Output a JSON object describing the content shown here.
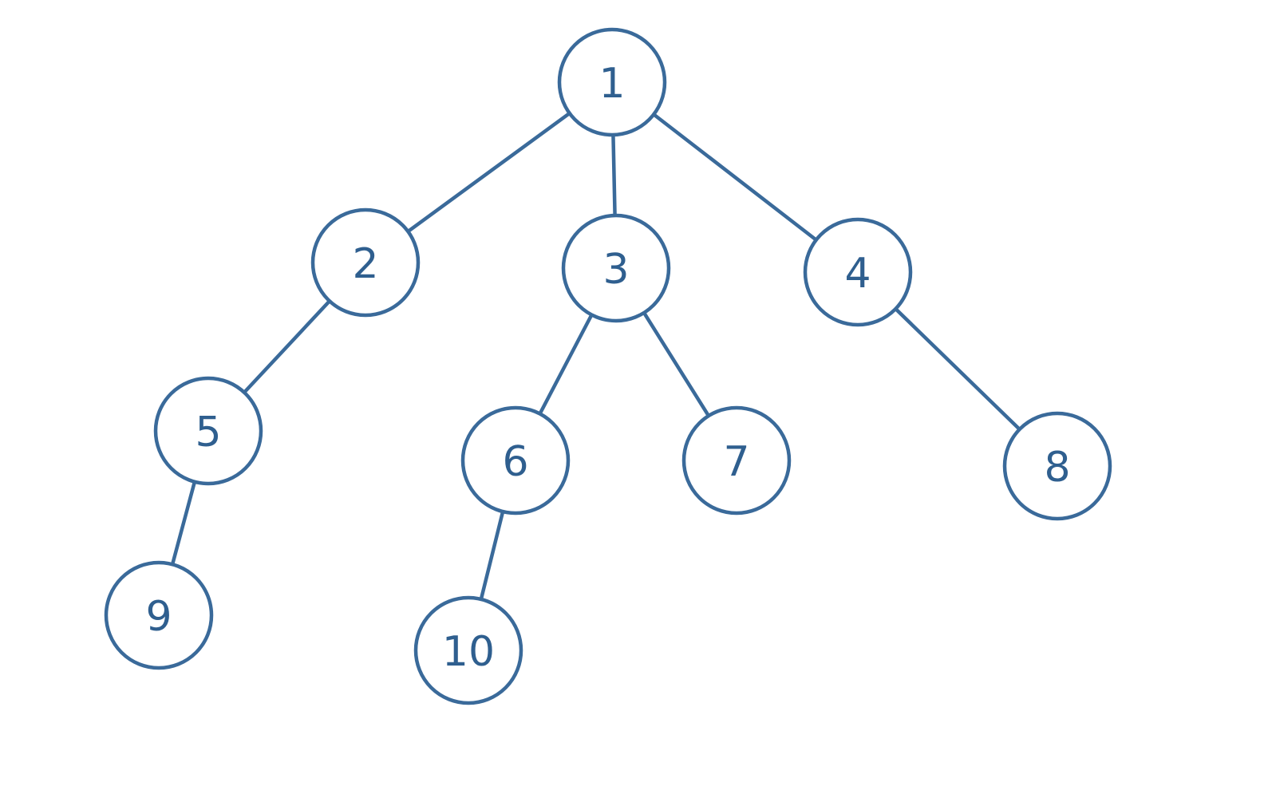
{
  "colors": {
    "stroke": "#3a6a9a",
    "label": "#2f5f8f",
    "background": "#ffffff"
  },
  "tree": {
    "nodes": [
      {
        "id": "n1",
        "label": "1"
      },
      {
        "id": "n2",
        "label": "2"
      },
      {
        "id": "n3",
        "label": "3"
      },
      {
        "id": "n4",
        "label": "4"
      },
      {
        "id": "n5",
        "label": "5"
      },
      {
        "id": "n6",
        "label": "6"
      },
      {
        "id": "n7",
        "label": "7"
      },
      {
        "id": "n8",
        "label": "8"
      },
      {
        "id": "n9",
        "label": "9"
      },
      {
        "id": "n10",
        "label": "10"
      }
    ],
    "edges": [
      {
        "from": "n1",
        "to": "n2"
      },
      {
        "from": "n1",
        "to": "n3"
      },
      {
        "from": "n1",
        "to": "n4"
      },
      {
        "from": "n2",
        "to": "n5"
      },
      {
        "from": "n3",
        "to": "n6"
      },
      {
        "from": "n3",
        "to": "n7"
      },
      {
        "from": "n4",
        "to": "n8"
      },
      {
        "from": "n5",
        "to": "n9"
      },
      {
        "from": "n6",
        "to": "n10"
      }
    ]
  }
}
